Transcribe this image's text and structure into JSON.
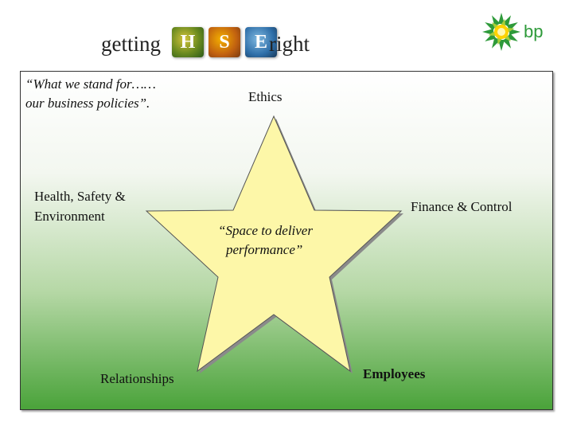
{
  "header": {
    "title_left": "getting",
    "title_right": "right",
    "hse_letters": [
      "H",
      "S",
      "E"
    ]
  },
  "logo": {
    "text": "bp",
    "color": "#2e9a3a"
  },
  "diagram": {
    "intro": [
      "“What we stand for……",
      "our business policies”."
    ],
    "center": [
      "“Space to deliver",
      "performance”"
    ],
    "points": {
      "top": "Ethics",
      "left": [
        "Health, Safety &",
        "Environment"
      ],
      "right": "Finance & Control",
      "bottom_left": "Relationships",
      "bottom_right": "Employees"
    },
    "star_fill": "#fdf7a8",
    "panel_bottom_color": "#4aa33a"
  }
}
